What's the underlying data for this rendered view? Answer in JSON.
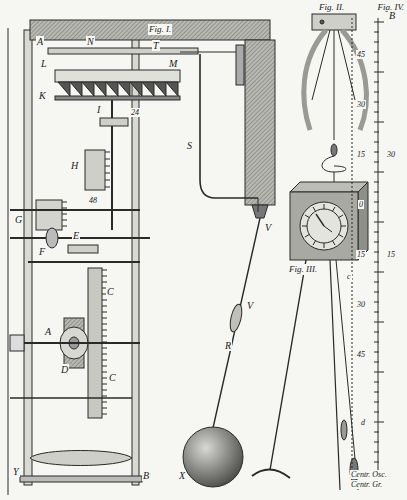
{
  "diagram": {
    "labels": [
      "Fig. I.",
      "Fig. II.",
      "Fig. IV.",
      "A",
      "L",
      "N",
      "M",
      "T",
      "K",
      "I",
      "24",
      "H",
      "48",
      "G",
      "F",
      "E",
      "C",
      "A",
      "D",
      "C",
      "B",
      "Y",
      "S",
      "V",
      "V",
      "R",
      "X",
      "Fig. III.",
      "B",
      "45",
      "30",
      "15",
      "0",
      "15",
      "30",
      "45",
      "30",
      "15",
      "d",
      "c",
      "Centr. Osc.",
      "Centr. Gr."
    ]
  }
}
